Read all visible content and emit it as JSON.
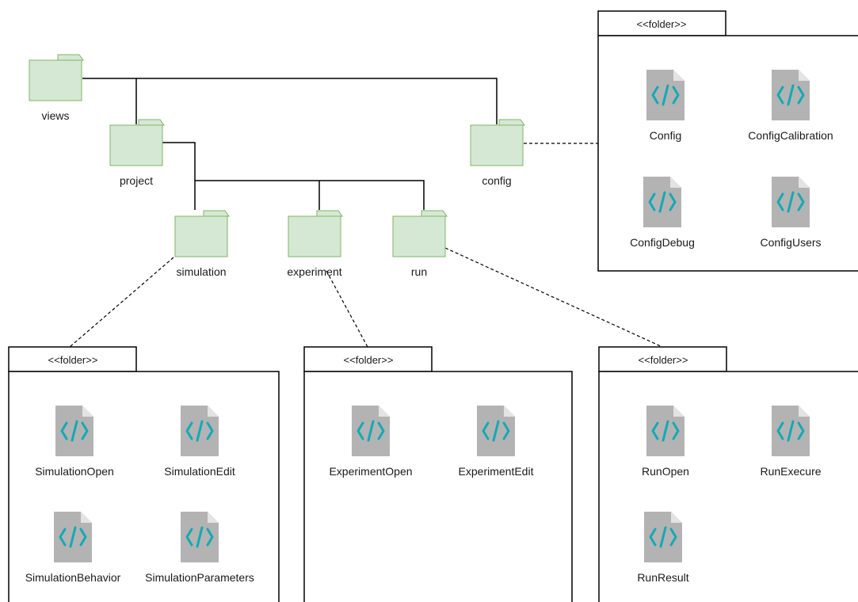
{
  "colors": {
    "folder_fill": "#d5e8d4",
    "folder_stroke": "#82b366",
    "file_body": "#b3b3b3",
    "file_fold": "#e3e3e3",
    "code_glyph": "#12aab5",
    "line": "#000000",
    "background": "#ffffff"
  },
  "folders": {
    "views": "views",
    "project": "project",
    "config": "config",
    "simulation": "simulation",
    "experiment": "experiment",
    "run": "run"
  },
  "packages": {
    "config": {
      "stereotype": "<<folder>>",
      "files": [
        "Config",
        "ConfigCalibration",
        "ConfigDebug",
        "ConfigUsers"
      ]
    },
    "simulation": {
      "stereotype": "<<folder>>",
      "files": [
        "SimulationOpen",
        "SimulationEdit",
        "SimulationBehavior",
        "SimulationParameters"
      ]
    },
    "experiment": {
      "stereotype": "<<folder>>",
      "files": [
        "ExperimentOpen",
        "ExperimentEdit"
      ]
    },
    "run": {
      "stereotype": "<<folder>>",
      "files": [
        "RunOpen",
        "RunExecure",
        "RunResult"
      ]
    }
  },
  "icons": {
    "folder": "folder-icon",
    "file": "code-file-icon"
  }
}
